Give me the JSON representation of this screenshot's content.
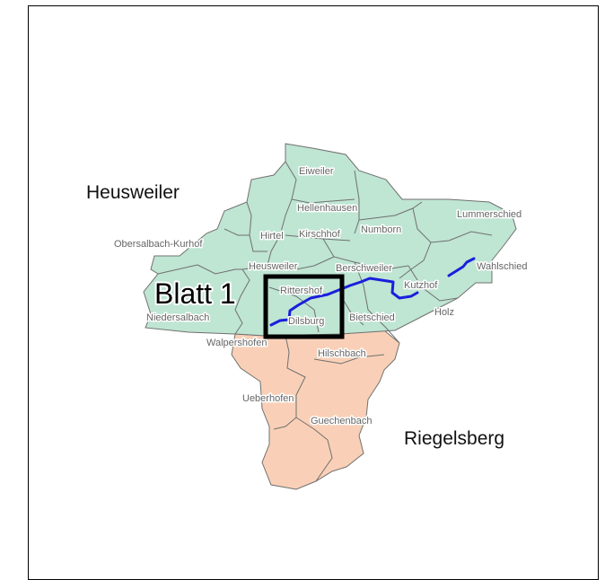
{
  "map": {
    "colors": {
      "heusweiler_fill": "#bfe5d3",
      "riegelsberg_fill": "#f9d0b7",
      "boundary": "#707070",
      "river": "#1a1fdc",
      "frame": "#000000"
    },
    "region_labels": {
      "heusweiler": "Heusweiler",
      "riegelsberg": "Riegelsberg"
    },
    "sheet_label": "Blatt 1",
    "places": {
      "eiweiler": "Eiweiler",
      "hellenhausen": "Hellenhausen",
      "lummerschied": "Lummerschied",
      "obersalbach": "Obersalbach-Kurhof",
      "hirtel": "Hirtel",
      "kirschhof": "Kirschhof",
      "numborn": "Numborn",
      "wahlschied": "Wahlschied",
      "heusweiler_ort": "Heusweiler",
      "berschweiler": "Berschweiler",
      "rittershof": "Rittershof",
      "kutzhof": "Kutzhof",
      "niedersalbach": "Niedersalbach",
      "holz": "Holz",
      "dilsburg": "Dilsburg",
      "bietschied": "Bietschied",
      "walpershofen": "Walpershofen",
      "hilschbach": "Hilschbach",
      "ueberhofen": "Ueberhofen",
      "guechenbach": "Guechenbach"
    }
  }
}
